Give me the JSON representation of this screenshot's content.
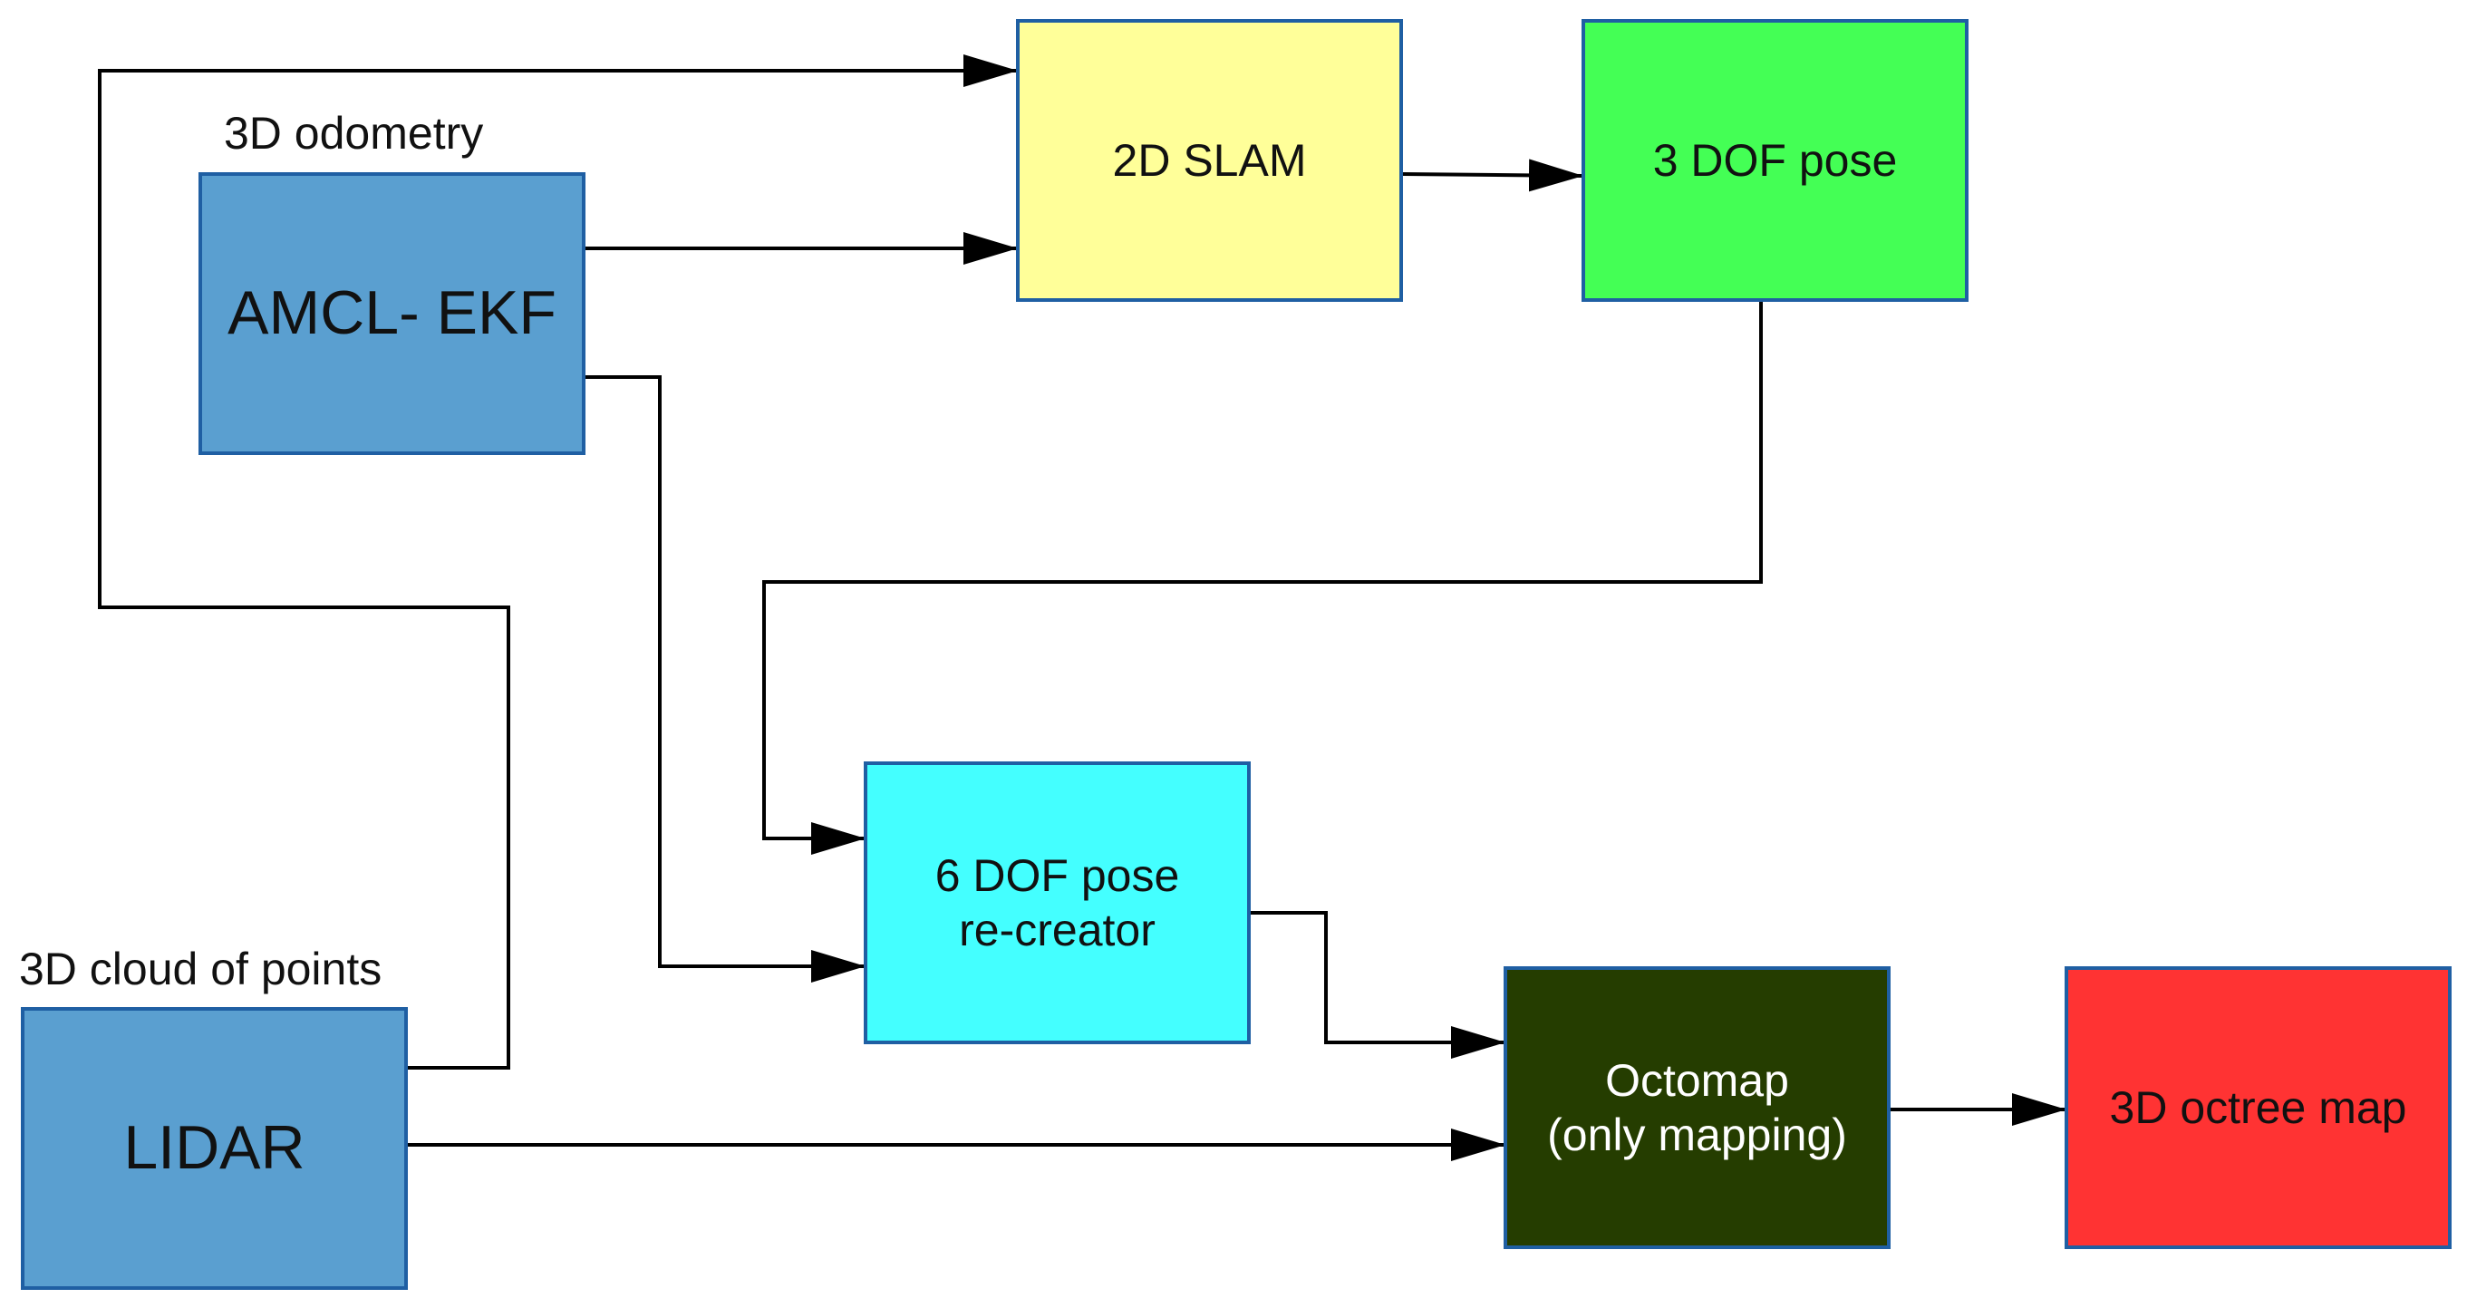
{
  "nodes": {
    "amcl": {
      "label": "AMCL- EKF",
      "color": "#5a9fd0",
      "caption": "3D odometry"
    },
    "lidar": {
      "label": "LIDAR",
      "color": "#5a9fd0",
      "caption": "3D cloud of points"
    },
    "slam": {
      "label": "2D SLAM",
      "color": "#ffff99"
    },
    "pose3": {
      "label": "3 DOF pose",
      "color": "#44ff55"
    },
    "pose6": {
      "lines": [
        "6 DOF pose",
        "re-creator"
      ],
      "color": "#44ffff"
    },
    "octomap": {
      "lines": [
        "Octomap",
        "(only mapping)"
      ],
      "color": "#253d00"
    },
    "octree": {
      "label": "3D octree map",
      "color": "#ff3333"
    }
  },
  "edges": [
    {
      "from": "lidar",
      "to": "slam"
    },
    {
      "from": "amcl",
      "to": "slam"
    },
    {
      "from": "slam",
      "to": "pose3"
    },
    {
      "from": "pose3",
      "to": "pose6"
    },
    {
      "from": "amcl",
      "to": "pose6"
    },
    {
      "from": "pose6",
      "to": "octomap"
    },
    {
      "from": "lidar",
      "to": "octomap"
    },
    {
      "from": "octomap",
      "to": "octree"
    }
  ],
  "colors": {
    "border": "#1f5fa3",
    "connector": "#000000"
  }
}
